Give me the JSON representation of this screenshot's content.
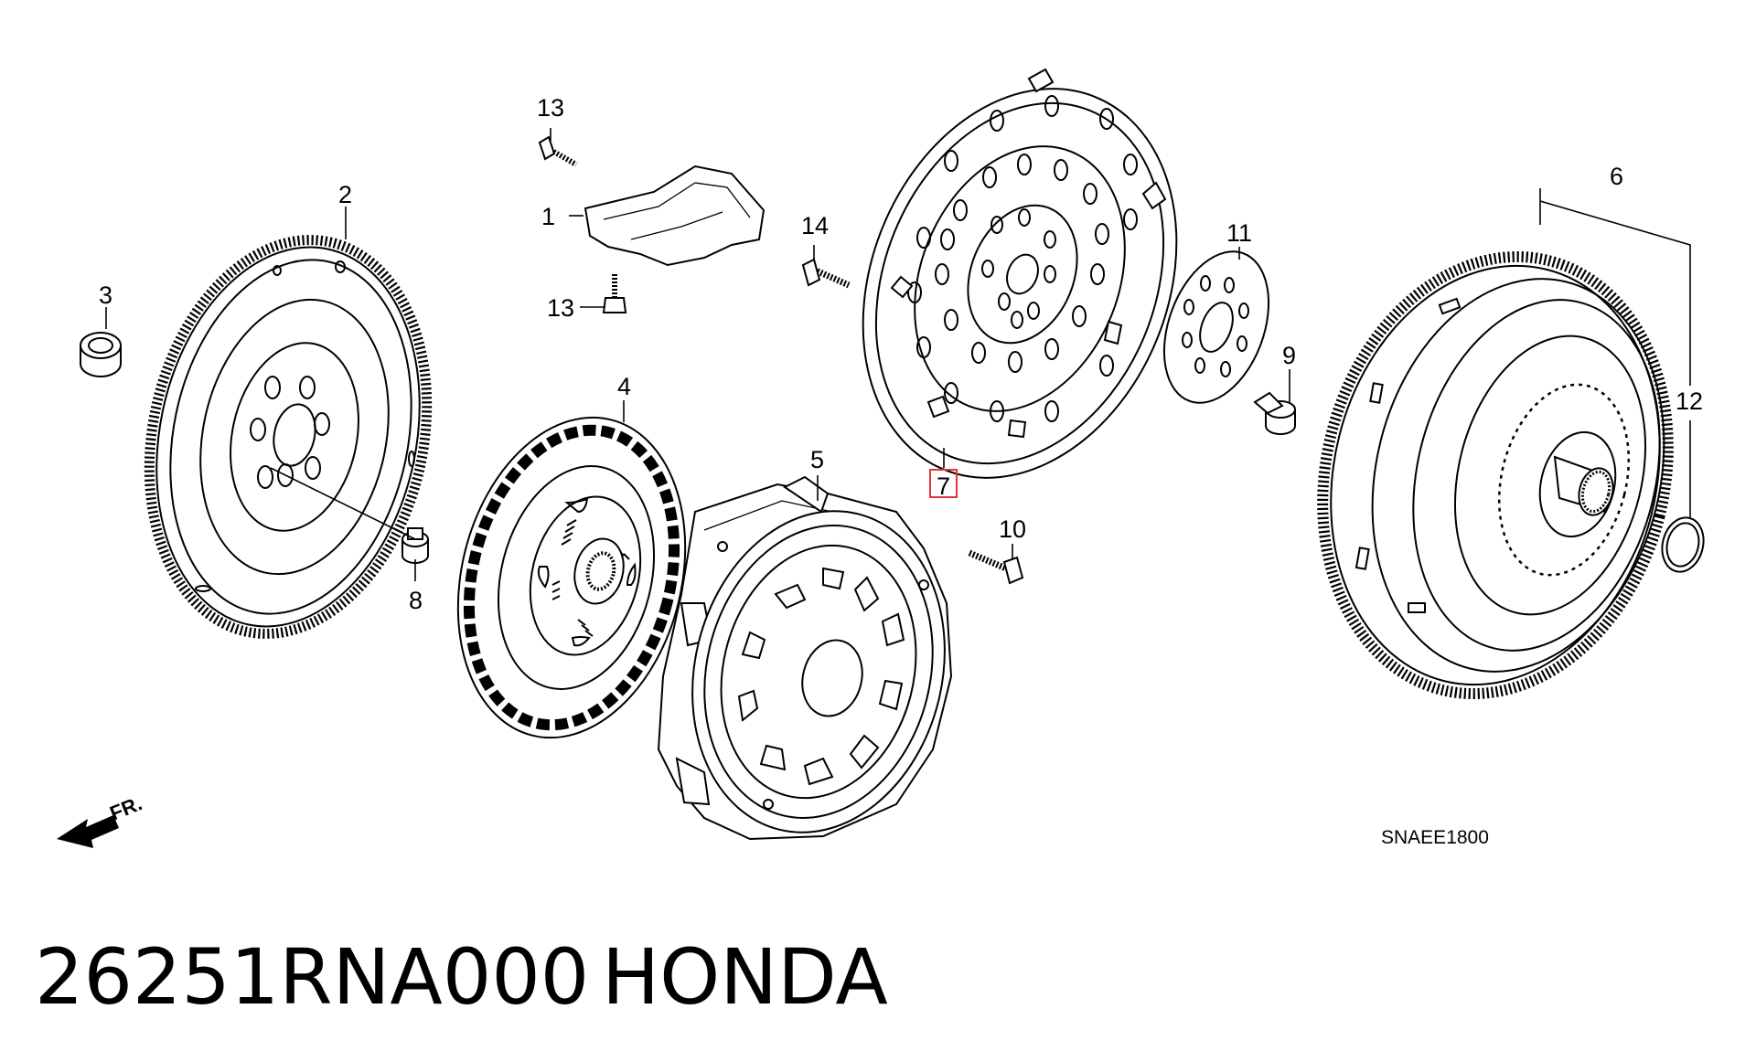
{
  "diagram": {
    "callouts": [
      {
        "id": "c1",
        "text": "1"
      },
      {
        "id": "c2",
        "text": "2"
      },
      {
        "id": "c3",
        "text": "3"
      },
      {
        "id": "c4",
        "text": "4"
      },
      {
        "id": "c5",
        "text": "5"
      },
      {
        "id": "c6",
        "text": "6"
      },
      {
        "id": "c7",
        "text": "7",
        "highlighted": true
      },
      {
        "id": "c8",
        "text": "8"
      },
      {
        "id": "c9",
        "text": "9"
      },
      {
        "id": "c10",
        "text": "10"
      },
      {
        "id": "c11",
        "text": "11"
      },
      {
        "id": "c12",
        "text": "12"
      },
      {
        "id": "c13a",
        "text": "13"
      },
      {
        "id": "c13b",
        "text": "13"
      },
      {
        "id": "c14",
        "text": "14"
      }
    ],
    "direction_label": "FR.",
    "diagram_code": "SNAEE1800",
    "highlight_color": "#e0353a"
  },
  "footer": {
    "part_number": "26251RNA000",
    "brand": "HONDA"
  }
}
